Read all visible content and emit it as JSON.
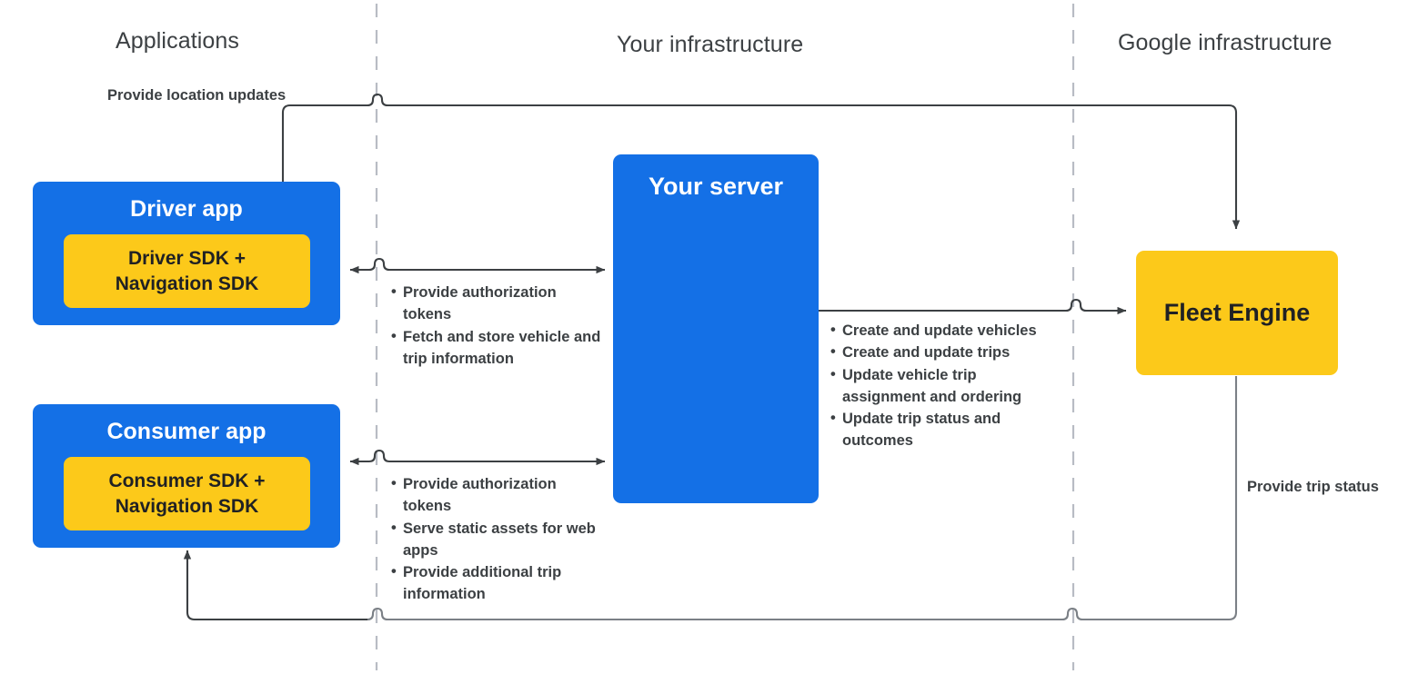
{
  "columns": [
    {
      "id": "applications",
      "label": "Applications"
    },
    {
      "id": "your-infrastructure",
      "label": "Your infrastructure"
    },
    {
      "id": "google-infrastructure",
      "label": "Google infrastructure"
    }
  ],
  "nodes": {
    "driver_app": {
      "title": "Driver app",
      "sdk": "Driver SDK +\nNavigation SDK"
    },
    "consumer_app": {
      "title": "Consumer app",
      "sdk": "Consumer SDK +\nNavigation SDK"
    },
    "your_server": {
      "title": "Your server"
    },
    "fleet_engine": {
      "title": "Fleet Engine"
    }
  },
  "edges": {
    "location_updates": {
      "label": "Provide location updates"
    },
    "driver_server": {
      "bullets": [
        "Provide authorization tokens",
        "Fetch and store vehicle and trip information"
      ]
    },
    "consumer_server": {
      "bullets": [
        "Provide authorization tokens",
        "Serve static assets for web apps",
        "Provide additional trip information"
      ]
    },
    "server_fleet_engine": {
      "bullets": [
        "Create and update vehicles",
        "Create and update trips",
        "Update vehicle trip assignment and ordering",
        "Update trip status and outcomes"
      ]
    },
    "trip_status": {
      "label": "Provide trip status"
    }
  },
  "colors": {
    "app_blue": "#1470e6",
    "sdk_yellow": "#fcc91a",
    "header_text": "#3c4043",
    "line": "#3c4043",
    "divider": "#b8bcc4"
  }
}
